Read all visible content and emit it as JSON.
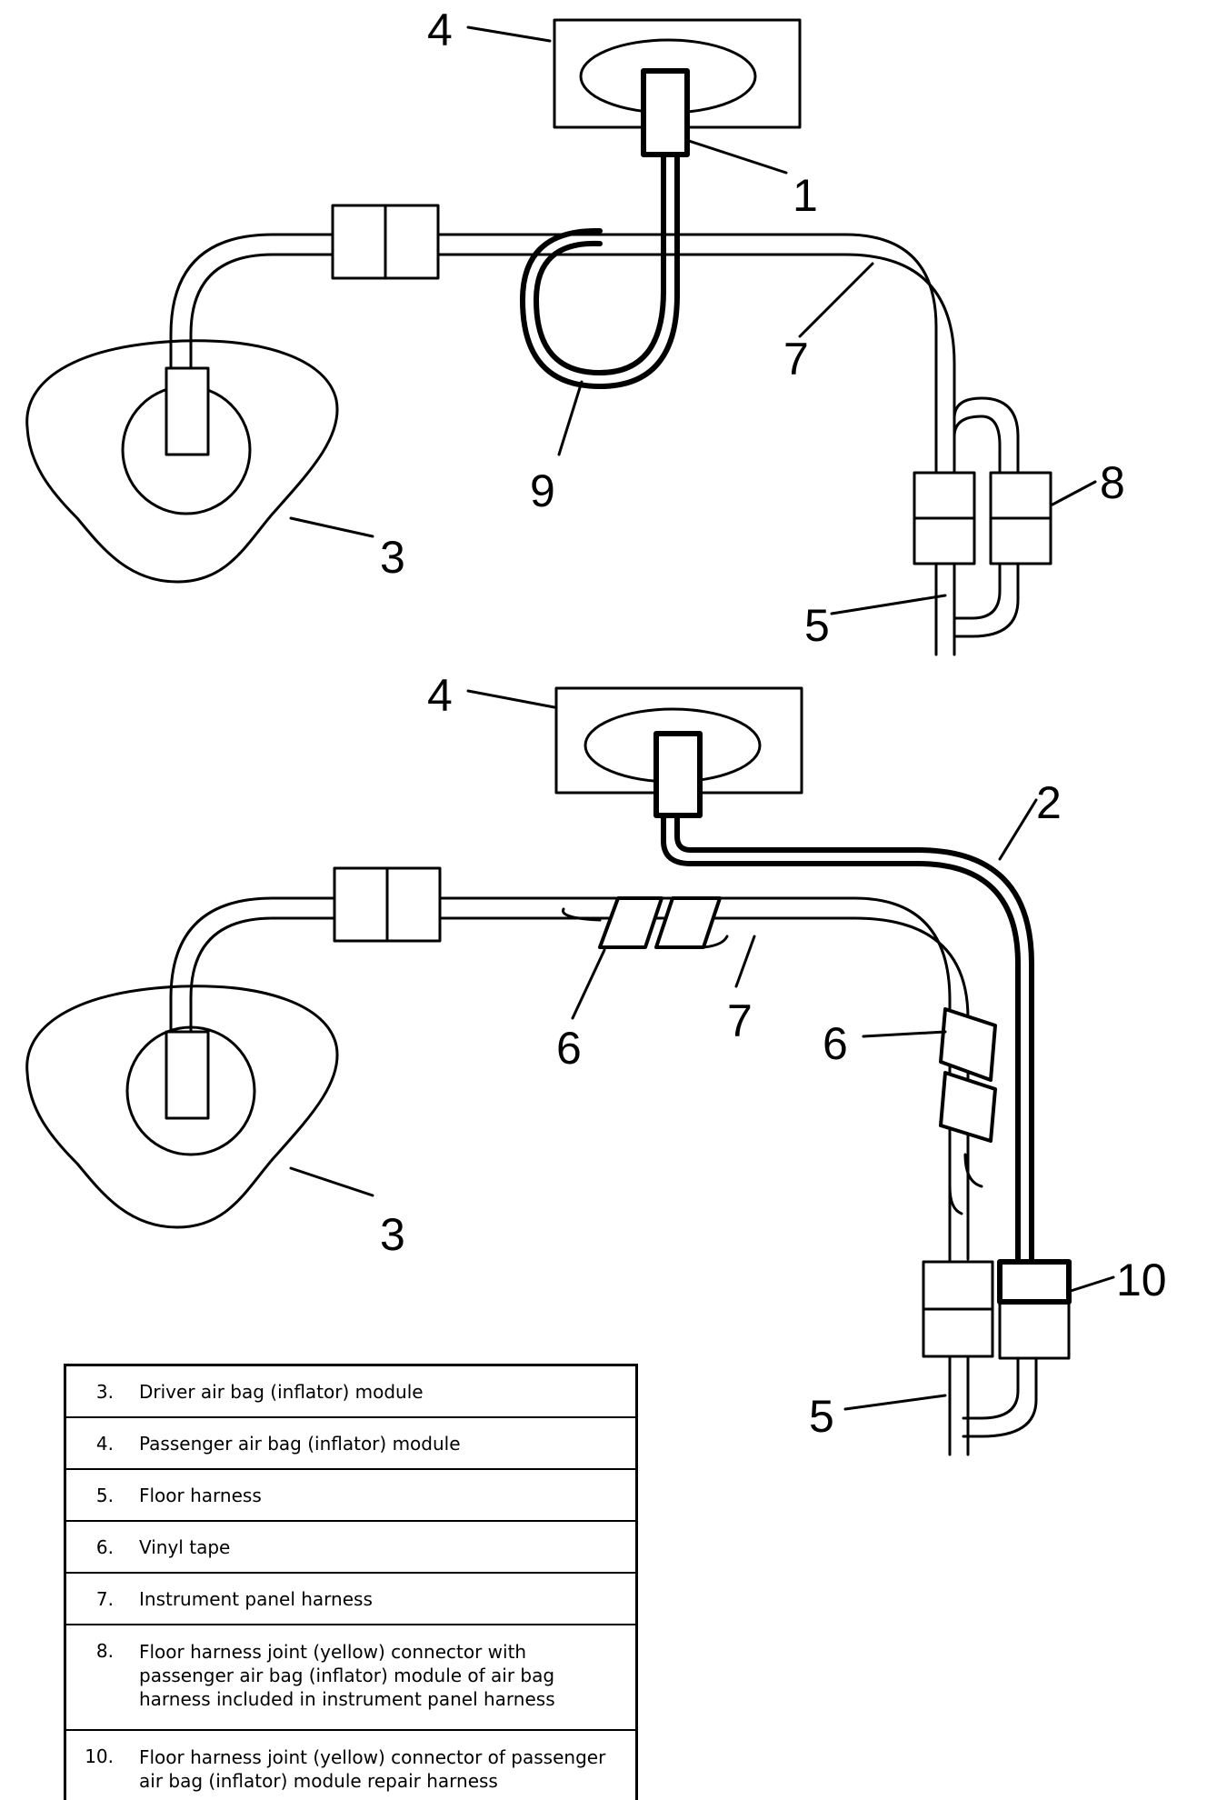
{
  "callouts": {
    "top_4": "4",
    "top_1": "1",
    "top_7": "7",
    "top_9": "9",
    "top_3": "3",
    "top_8": "8",
    "top_5": "5",
    "bot_4": "4",
    "bot_2": "2",
    "bot_6a": "6",
    "bot_7": "7",
    "bot_6b": "6",
    "bot_3": "3",
    "bot_10": "10",
    "bot_5": "5"
  },
  "legend": [
    {
      "num": "3.",
      "text": "Driver air bag (inflator) module"
    },
    {
      "num": "4.",
      "text": "Passenger air bag (inflator) module"
    },
    {
      "num": "5.",
      "text": "Floor harness"
    },
    {
      "num": "6.",
      "text": "Vinyl tape"
    },
    {
      "num": "7.",
      "text": "Instrument panel harness"
    },
    {
      "num": "8.",
      "text": "Floor harness joint (yellow) connector with passenger air bag (inflator) module of air bag harness included in instrument panel harness"
    },
    {
      "num": "10.",
      "text": "Floor harness joint (yellow) connector of passenger air bag (inflator) module repair harness"
    }
  ]
}
